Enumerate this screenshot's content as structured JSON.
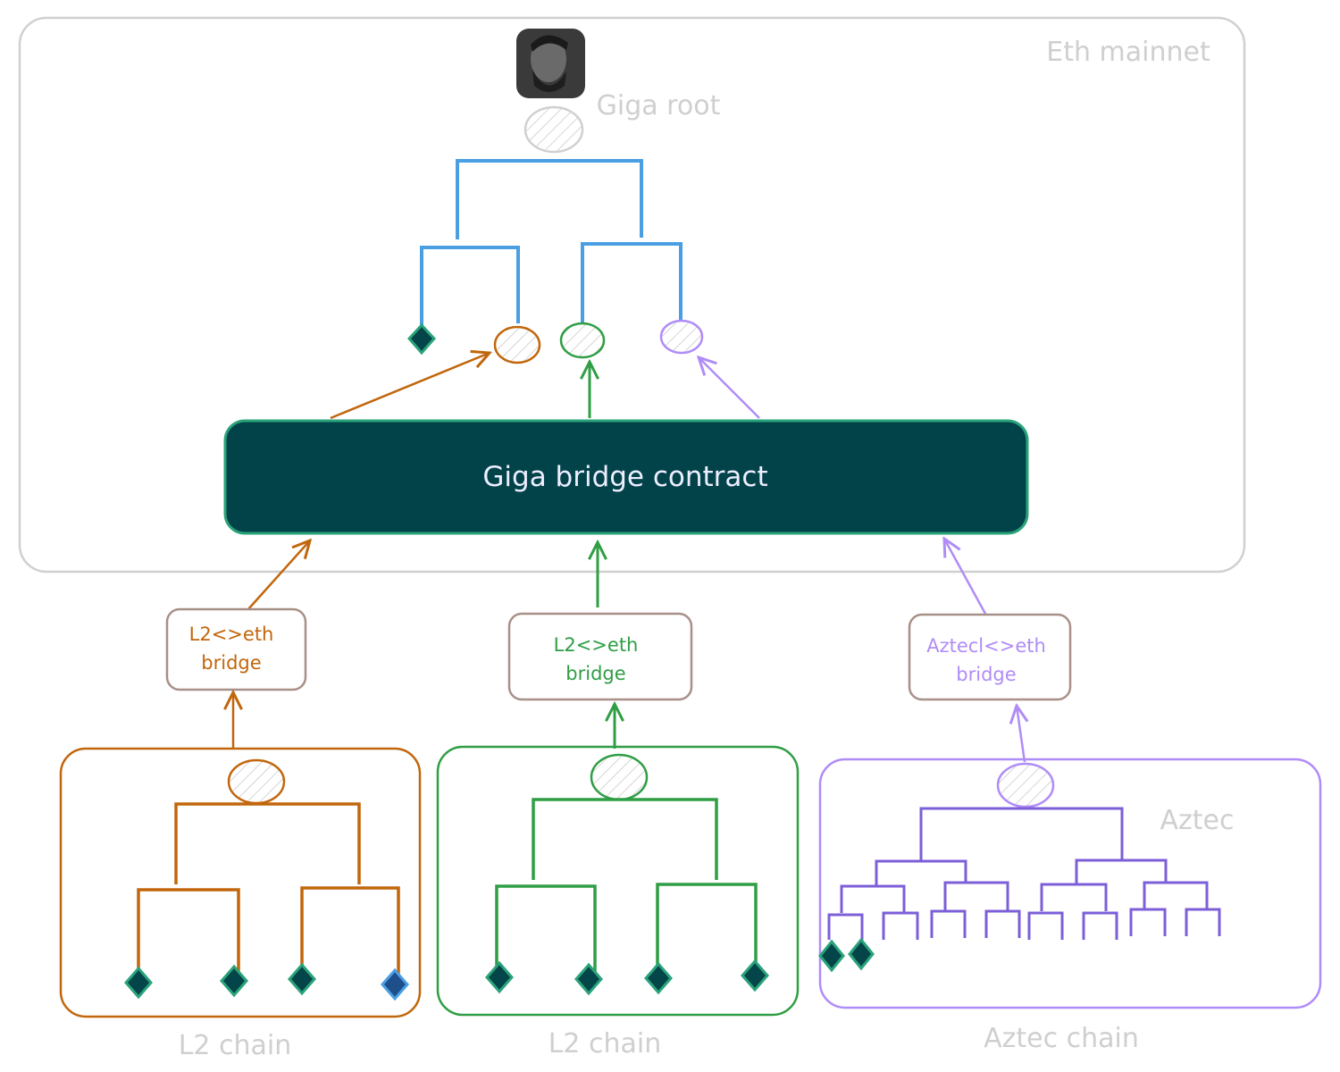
{
  "mainnet": {
    "label": "Eth mainnet",
    "root_label": "Giga root",
    "avatar": "giga-chad-avatar"
  },
  "contract": {
    "label": "Giga bridge contract"
  },
  "bridges": [
    {
      "line1": "L2<>eth",
      "line2": "bridge",
      "color": "#c2660c"
    },
    {
      "line1": "L2<>eth",
      "line2": "bridge",
      "color": "#2f9e44"
    },
    {
      "line1": "Aztecl<>eth",
      "line2": "bridge",
      "color": "#b08cf7"
    }
  ],
  "chains": [
    {
      "label": "L2 chain",
      "color": "#c2660c"
    },
    {
      "label": "L2 chain",
      "color": "#2f9e44"
    },
    {
      "label": "Aztec chain",
      "inner_label": "Aztec",
      "color": "#b08cf7",
      "tree_color": "#7c5fd8"
    }
  ],
  "colors": {
    "tree_top": "#4a9fe3",
    "contract_fill": "#02434a",
    "contract_stroke": "#2aa37a",
    "frame": "#d0d0d0"
  }
}
